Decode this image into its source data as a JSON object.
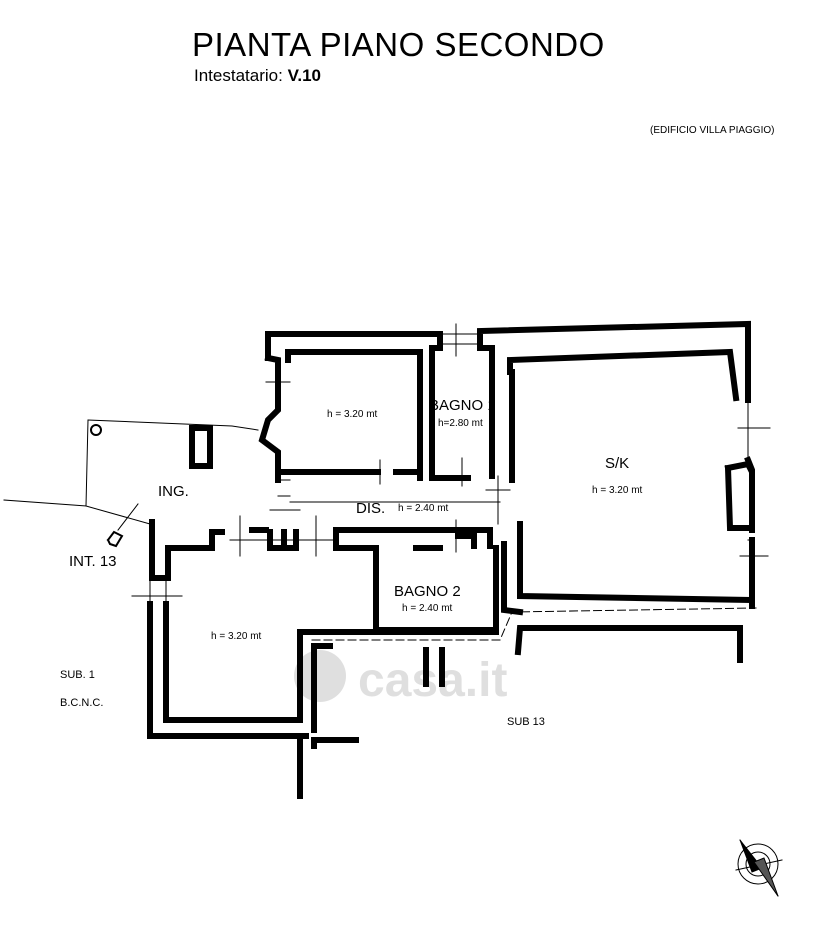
{
  "header": {
    "title": "PIANTA PIANO SECONDO",
    "owner_label": "Intestatario:",
    "owner_value": "V.10",
    "building": "(EDIFICIO VILLA PIAGGIO)"
  },
  "rooms": {
    "bagno1": {
      "name": "BAGNO 1",
      "height": "h=2.80 mt"
    },
    "room_top": {
      "height": "h = 3.20 mt"
    },
    "sk": {
      "name": "S/K",
      "height": "h = 3.20 mt"
    },
    "ing": {
      "name": "ING."
    },
    "dis": {
      "name": "DIS.",
      "height": "h = 2.40 mt"
    },
    "bagno2": {
      "name": "BAGNO 2",
      "height": "h = 2.40 mt"
    },
    "room_bottom": {
      "height": "h = 3.20 mt"
    }
  },
  "labels": {
    "entrance": "INT. 13",
    "sub1": "SUB. 1",
    "bcnc": "B.C.N.C.",
    "sub13": "SUB 13"
  },
  "watermark": "casa.it"
}
